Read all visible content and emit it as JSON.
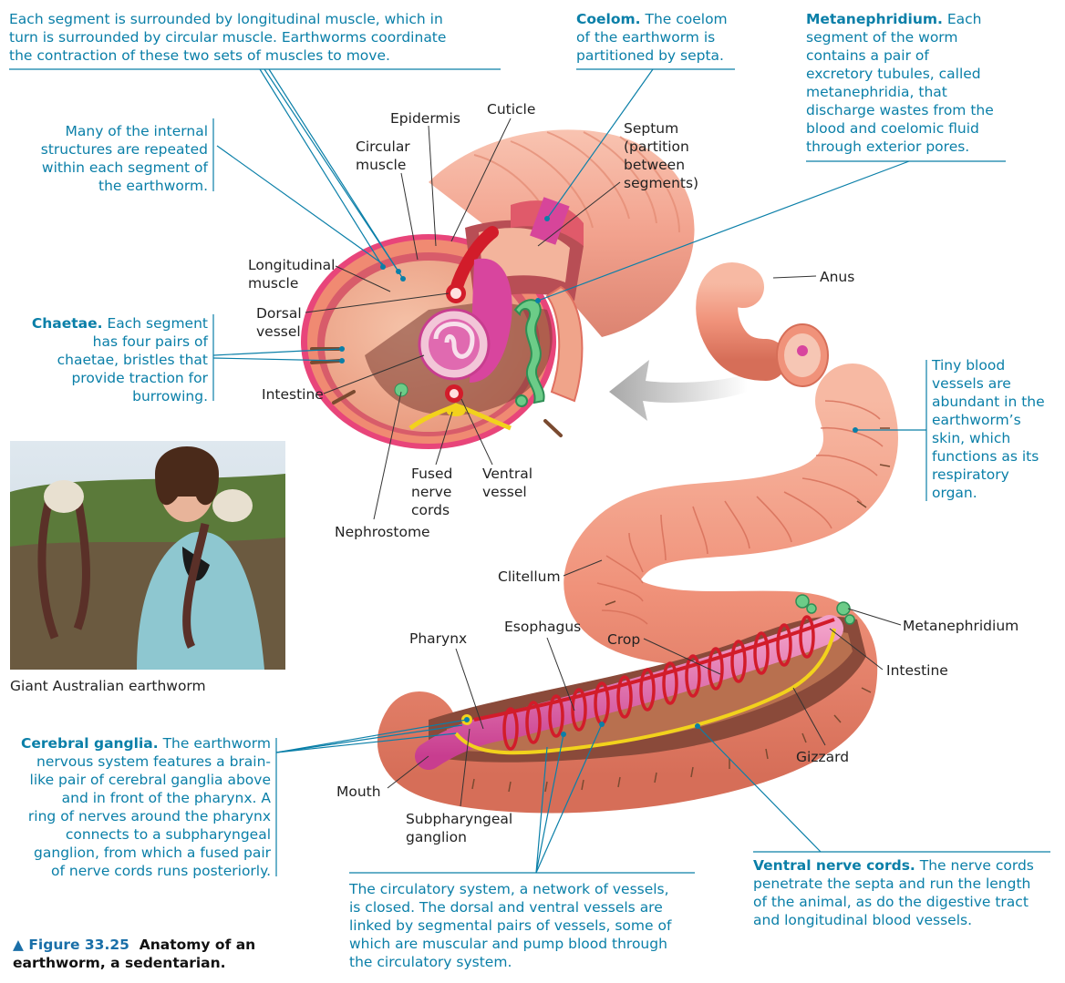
{
  "notes": {
    "muscles": [
      "Each segment is surrounded by longitudinal muscle, which in",
      "turn is surrounded by circular muscle. Earthworms coordinate",
      "the contraction of these two sets of muscles to move."
    ],
    "coelom_title": "Coelom.",
    "coelom": [
      " The coelom",
      "of the earthworm is",
      "partitioned by septa."
    ],
    "meta_title": "Metanephridium.",
    "meta": [
      " Each",
      "segment of the worm",
      "contains a pair of",
      "excretory tubules, called",
      "metanephridia, that",
      "discharge wastes from the",
      "blood and coelomic fluid",
      "through exterior pores."
    ],
    "repeated": [
      "Many of the internal",
      "structures are repeated",
      "within each segment of",
      "the earthworm."
    ],
    "chaetae_title": "Chaetae.",
    "chaetae": [
      " Each segment",
      "has four pairs of",
      "chaetae, bristles that",
      "provide traction for",
      "burrowing."
    ],
    "blood": [
      "Tiny blood",
      "vessels are",
      "abundant in the",
      "earthworm’s",
      "skin, which",
      "functions as its",
      "respiratory",
      "organ."
    ],
    "cerebral_title": "Cerebral ganglia.",
    "cerebral": [
      " The earthworm",
      "nervous system features a brain-",
      "like pair of cerebral ganglia above",
      "and in front of the pharynx. A",
      "ring of nerves around the pharynx",
      "connects to a subpharyngeal",
      "ganglion, from which a fused pair",
      "of nerve cords runs posteriorly."
    ],
    "circ": [
      "The circulatory system, a network of vessels,",
      "is closed. The dorsal and ventral vessels are",
      "linked by segmental pairs of vessels, some of",
      "which are muscular and pump blood through",
      "the circulatory system."
    ],
    "ventral_title": "Ventral nerve cords.",
    "ventral": [
      " The nerve cords",
      "penetrate the septa and run the length",
      "of the animal, as do the digestive tract",
      "and longitudinal blood vessels."
    ]
  },
  "labels": {
    "epidermis": "Epidermis",
    "cuticle": "Cuticle",
    "circular_muscle": [
      "Circular",
      "muscle"
    ],
    "septum": [
      "Septum",
      "(partition",
      "between",
      "segments)"
    ],
    "longitudinal_muscle": [
      "Longitudinal",
      "muscle"
    ],
    "dorsal_vessel": [
      "Dorsal",
      "vessel"
    ],
    "intestine_top": "Intestine",
    "fused_nerve_cords": [
      "Fused",
      "nerve",
      "cords"
    ],
    "ventral_vessel": [
      "Ventral",
      "vessel"
    ],
    "nephrostome": "Nephrostome",
    "anus": "Anus",
    "clitellum": "Clitellum",
    "pharynx": "Pharynx",
    "esophagus": "Esophagus",
    "crop": "Crop",
    "metanephridium": "Metanephridium",
    "intestine_bottom": "Intestine",
    "gizzard": "Gizzard",
    "mouth": "Mouth",
    "subpharyngeal": [
      "Subpharyngeal",
      "ganglion"
    ]
  },
  "photo_caption": "Giant Australian earthworm",
  "figure": {
    "number": "▲ Figure 33.25",
    "title_1": "Anatomy of an",
    "title_2": "earthworm, a sedentarian."
  },
  "colors": {
    "note_blue": "#0a7fa8",
    "worm_skin": "#f29a7e",
    "muscle_pink": "#e8457a",
    "intestine_magenta": "#d8459e",
    "nerve_yellow": "#f2d21c",
    "metanephridium_green": "#5ec27a",
    "vessel_red": "#d21c2a"
  }
}
